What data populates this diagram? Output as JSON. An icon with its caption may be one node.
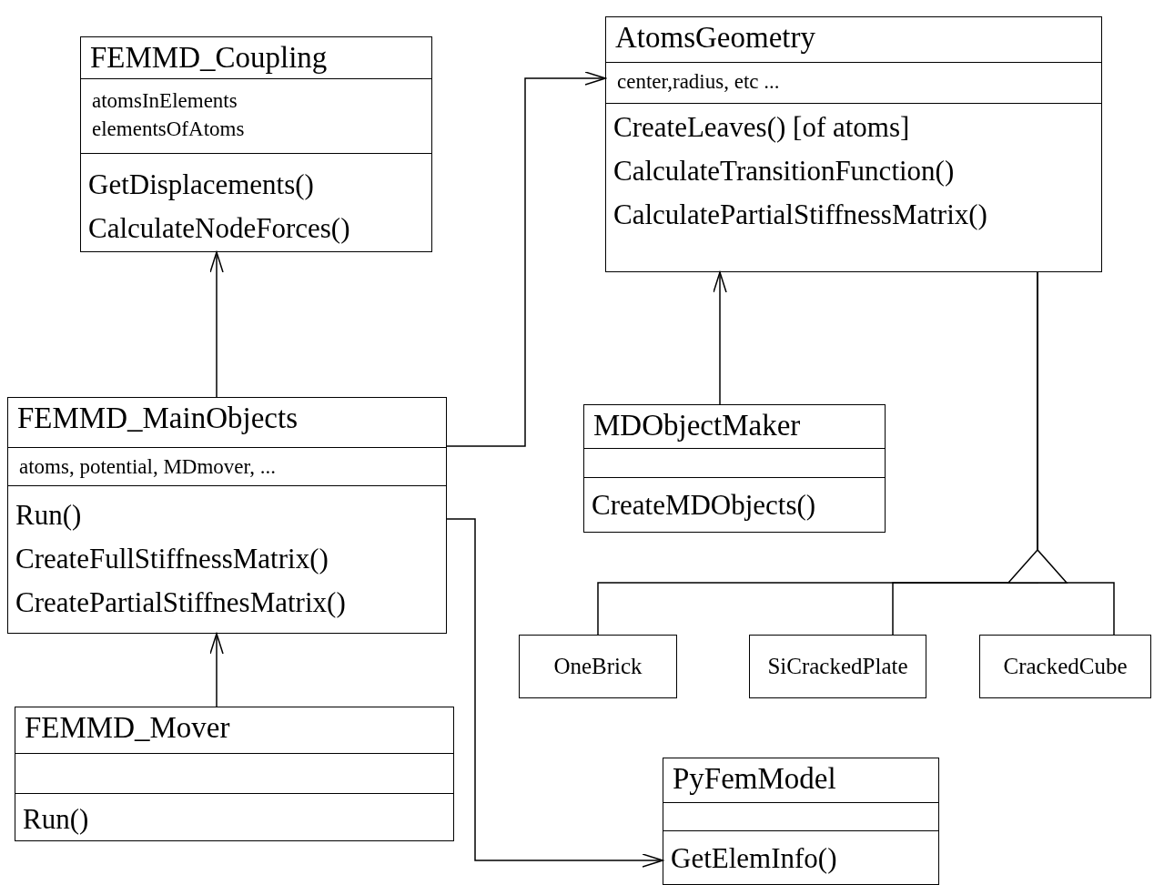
{
  "diagram": {
    "nodes": [
      {
        "text": [
          "FEMMD_Coupling"
        ]
      },
      {
        "text": [
          "atomsInElements",
          "elementsOfAtoms"
        ],
        "in": 0
      },
      {
        "text": [
          "GetDisplacements()",
          "CalculateNodeForces()"
        ],
        "in": 0
      },
      {
        "text": [
          "AtomsGeometry"
        ]
      },
      {
        "text": [
          "center,radius, etc ..."
        ],
        "in": 3
      },
      {
        "text": [
          "CreateLeaves() [of atoms]",
          "CalculateTransitionFunction()",
          "CalculatePartialStiffnessMatrix()"
        ],
        "in": 3
      },
      {
        "text": [
          "FEMMD_MainObjects"
        ]
      },
      {
        "text": [
          "atoms, potential, MDmover, ..."
        ],
        "in": 6
      },
      {
        "text": [
          "Run()",
          "CreateFullStiffnessMatrix()",
          "CreatePartialStiffnesMatrix()"
        ],
        "in": 6
      },
      {
        "text": [
          "MDObjectMaker"
        ]
      },
      {
        "text": [],
        "shape": "box",
        "in": 9
      },
      {
        "text": [
          "CreateMDObjects()"
        ],
        "in": 9
      },
      {
        "text": [
          "OneBrick"
        ]
      },
      {
        "text": [
          "SiCrackedPlate"
        ]
      },
      {
        "text": [
          "CrackedCube"
        ]
      },
      {
        "text": [
          "FEMMD_Mover"
        ]
      },
      {
        "text": [],
        "shape": "box",
        "in": 15
      },
      {
        "text": [
          "Run()"
        ],
        "in": 15
      },
      {
        "text": [
          "PyFemModel"
        ]
      },
      {
        "text": [],
        "shape": "box",
        "in": 18
      },
      {
        "text": [
          "GetElemInfo()"
        ],
        "in": 18
      }
    ],
    "edges": [
      {
        "from": 6,
        "to": 0,
        "arrow": "to"
      },
      {
        "from": 6,
        "to": 3,
        "arrow": "to"
      },
      {
        "from": 9,
        "to": 3,
        "arrow": "to"
      },
      {
        "from": 15,
        "to": 6,
        "arrow": "to"
      },
      {
        "from": 6,
        "to": 18,
        "arrow": "to"
      },
      {
        "from": 12,
        "to": 3,
        "arrow": "to"
      },
      {
        "from": 13,
        "to": 3,
        "arrow": "to"
      },
      {
        "from": 14,
        "to": 3,
        "arrow": "to"
      }
    ]
  }
}
